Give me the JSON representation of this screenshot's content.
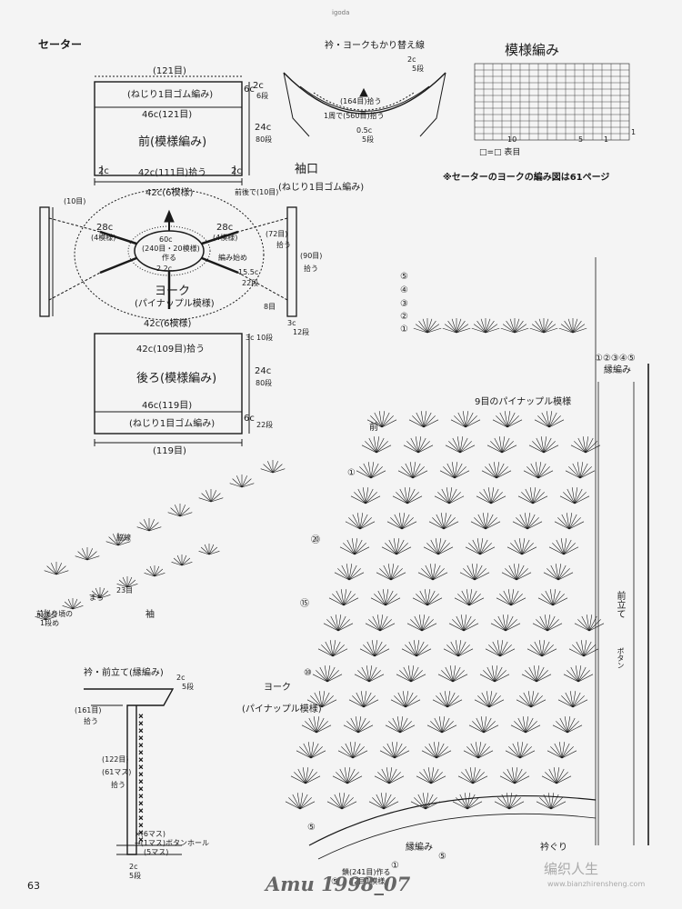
{
  "header": {
    "title": "セーター",
    "brand": "igoda"
  },
  "front_panel": {
    "top_count": "(121目)",
    "rib_label": "(ねじり1目ゴム編み)",
    "width_top": "46c(121目)",
    "title": "前(模様編み)",
    "height": "24c",
    "height_rows": "80段",
    "rib_height": "2c",
    "rib_rows": "6段",
    "side": "6c",
    "corner_left": "2c",
    "corner_right": "2c",
    "bottom_width": "42c(111目)拾う",
    "bind_off": "前後で(10目)"
  },
  "yoke": {
    "outer": "42c(6模様)",
    "left_side": "28c",
    "left_repeat": "(4模様)",
    "right_side": "28c",
    "right_repeat": "(4模様)",
    "neck": "60c",
    "neck_stitches": "(240目・20模様)",
    "neck_pick": "作る",
    "neck_depth": "2.2c",
    "join_note": "編み始め",
    "title": "ヨーク",
    "pattern": "(パイナップル模様)",
    "bottom": "42c(6模様)",
    "right_depth": "15.5c",
    "right_depth_rows": "22段",
    "right_count": "8目",
    "left_count": "(10目)"
  },
  "sleeve": {
    "title": "袖口",
    "rib": "(ねじり1目ゴム編み)",
    "left_pick": "(72目)",
    "left_pick2": "拾う",
    "right_count": "(90目)",
    "right_pick": "拾う",
    "bottom": "3c",
    "bottom_rows": "12段"
  },
  "back_panel": {
    "top_width": "42c(109目)拾う",
    "side_top": "3c",
    "side_rows": "10段",
    "title": "後ろ(模様編み)",
    "height": "24c",
    "height_rows": "80段",
    "bottom_width": "46c(119目)",
    "rib_label": "(ねじり1目ゴム編み)",
    "rib_height": "6c",
    "rib_rows": "22段",
    "bottom_count": "(119目)"
  },
  "collar_sketch": {
    "title": "衿・ヨークもかり替え線",
    "right_label": "2c",
    "right_rows": "5段",
    "count": "(164目)拾う",
    "round": "1周で(560目)拾う",
    "bottom": "0.5c",
    "bottom_rows": "5段"
  },
  "pattern_chart": {
    "title": "模様編み",
    "legend_a": "□=",
    "legend_b": "表目",
    "marks": [
      "10",
      "5",
      "1"
    ],
    "side_mark": "1"
  },
  "note": "※セーターのヨークの編み図は61ページ",
  "edging": {
    "rows": [
      "⑤",
      "④",
      "③",
      "②",
      "①"
    ],
    "bottom_label": "①②③④⑤",
    "bottom_text": "縁編み"
  },
  "main_chart": {
    "front_label": "前",
    "pineapple": "9目のパイナップル模様",
    "armhole": "脇線",
    "gusset": "まち",
    "gusset_count": "23目",
    "body_note": "前後身頃の",
    "body_note2": "1段め",
    "sleeve": "袖",
    "yoke": "ヨーク",
    "yoke_pattern": "(パイナップル模様)",
    "front_band": "前立て",
    "button": "ボタン",
    "edge": "縁編み",
    "edge_right": "衿ぐり",
    "start": "鎖(241目)作る",
    "start2": "12目1模様",
    "row_marks": [
      "⑳",
      "⑮",
      "⑩",
      "⑤",
      "①"
    ],
    "row_marks_right": [
      "⑤",
      "①",
      "⑤"
    ]
  },
  "collar_band": {
    "title": "衿・前立て(縁編み)",
    "right": "2c",
    "right_rows": "5段",
    "pick": "(161目)",
    "pick2": "拾う",
    "height": "(122目)",
    "height2": "(61マス)",
    "height3": "拾う",
    "buttonhole1": "×(6マス)",
    "buttonhole2": "→(1マス)ボタンホール",
    "buttonhole3": "(5マス)",
    "bottom": "2c",
    "bottom_rows": "5段"
  },
  "footer": {
    "page": "63",
    "magazine": "Amu 1998_07",
    "watermark": "编织人生",
    "watermark_url": "www.bianzhirensheng.com"
  }
}
